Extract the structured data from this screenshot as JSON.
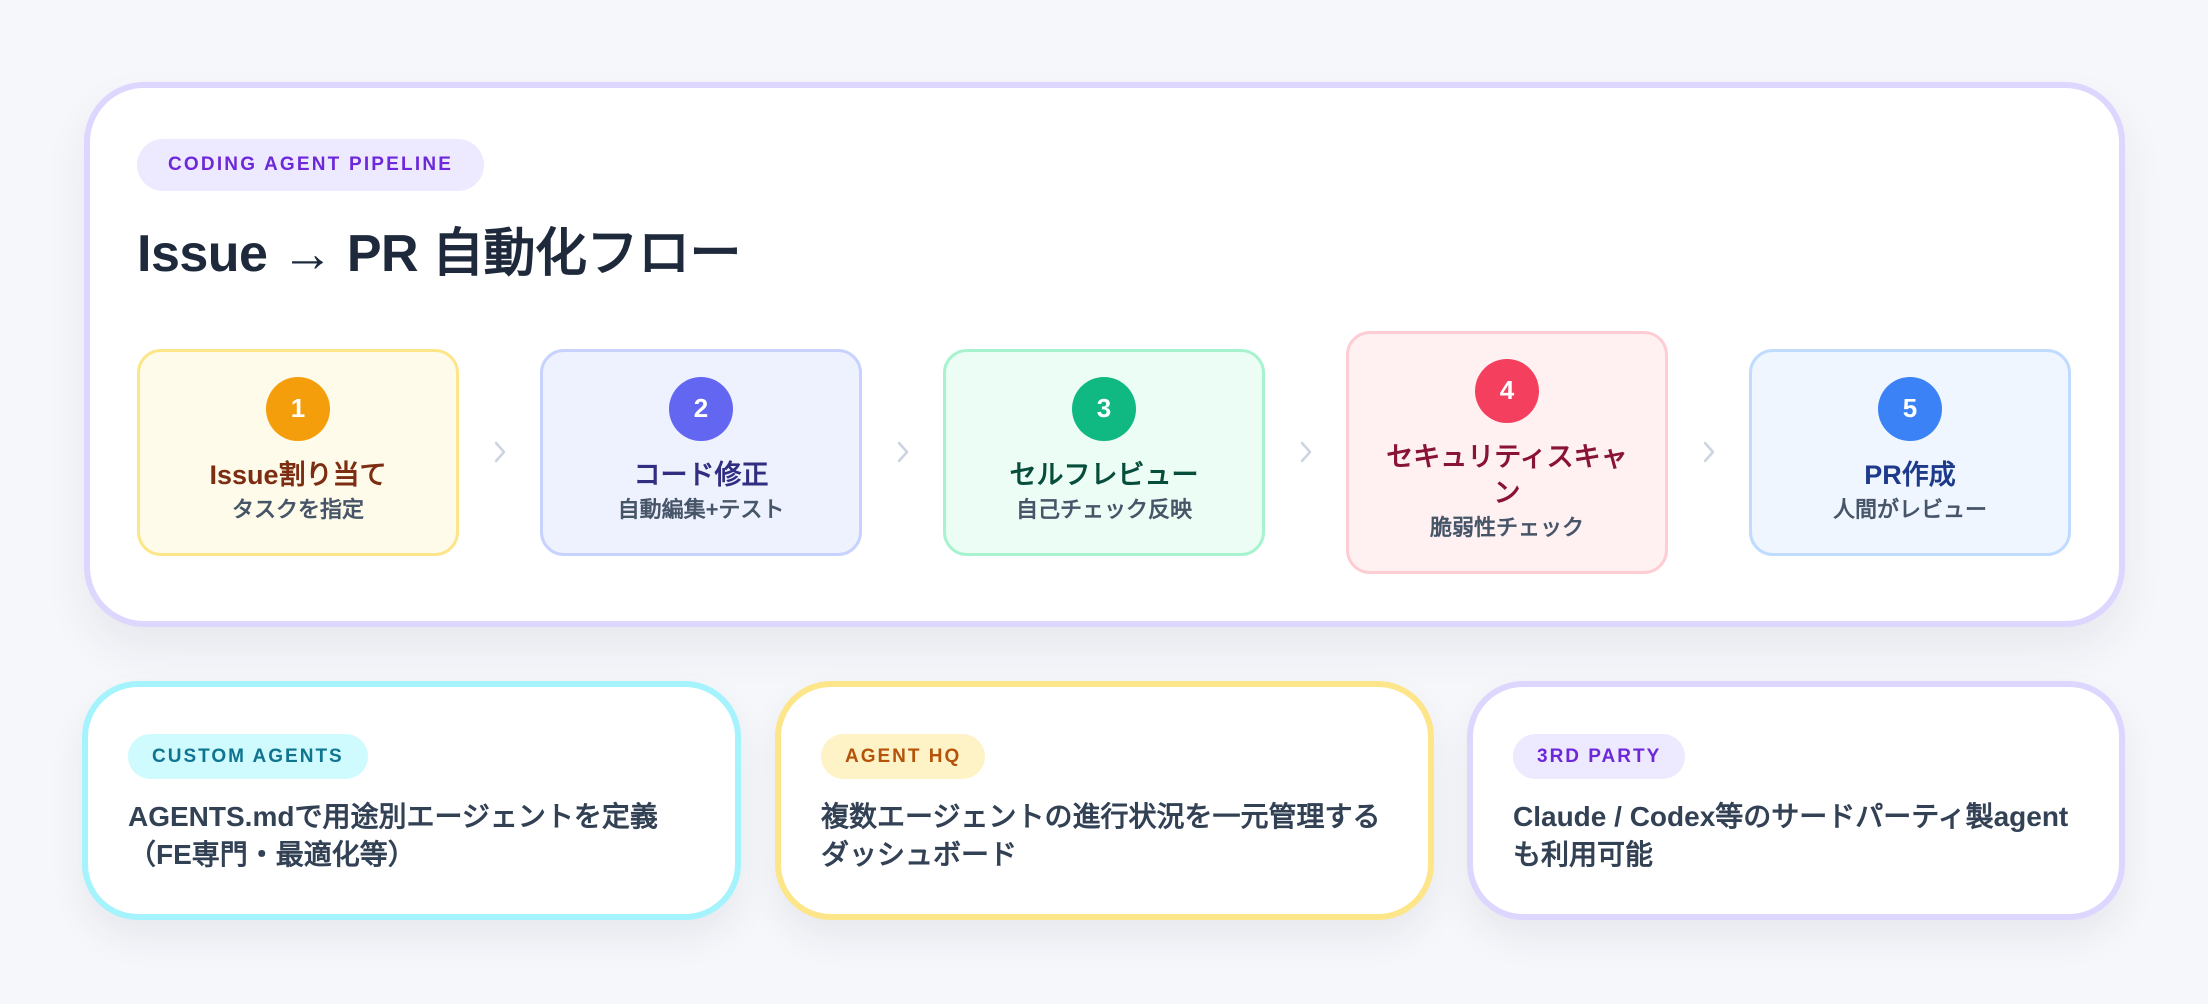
{
  "pipeline": {
    "badge": "CODING AGENT PIPELINE",
    "title": "Issue → PR 自動化フロー",
    "separator_icon": "chevron-right-icon",
    "steps": [
      {
        "number": "1",
        "title": "Issue割り当て",
        "subtitle": "タスクを指定",
        "accent": "#f59e0b"
      },
      {
        "number": "2",
        "title": "コード修正",
        "subtitle": "自動編集+テスト",
        "accent": "#6366f1"
      },
      {
        "number": "3",
        "title": "セルフレビュー",
        "subtitle": "自己チェック反映",
        "accent": "#10b981"
      },
      {
        "number": "4",
        "title": "セキュリティスキャン",
        "subtitle": "脆弱性チェック",
        "accent": "#f43f5e"
      },
      {
        "number": "5",
        "title": "PR作成",
        "subtitle": "人間がレビュー",
        "accent": "#3b82f6"
      }
    ]
  },
  "features": [
    {
      "badge": "CUSTOM AGENTS",
      "lines": [
        "AGENTS.mdで用途別エージェントを定義",
        "（FE専門・最適化等）"
      ],
      "accent": "#a5f3fc"
    },
    {
      "badge": "AGENT HQ",
      "lines": [
        "複数エージェントの進行状況を一元管理する",
        "ダッシュボード"
      ],
      "accent": "#fde68a"
    },
    {
      "badge": "3RD PARTY",
      "lines": [
        "Claude / Codex等のサードパーティ製agent",
        "も利用可能"
      ],
      "accent": "#ddd6fe"
    }
  ],
  "colors": {
    "main_border": "#ddd6fe",
    "title_text": "#1e293b",
    "body_text": "#334155",
    "subtitle_text": "#475569",
    "separator": "#cbd5e1"
  }
}
